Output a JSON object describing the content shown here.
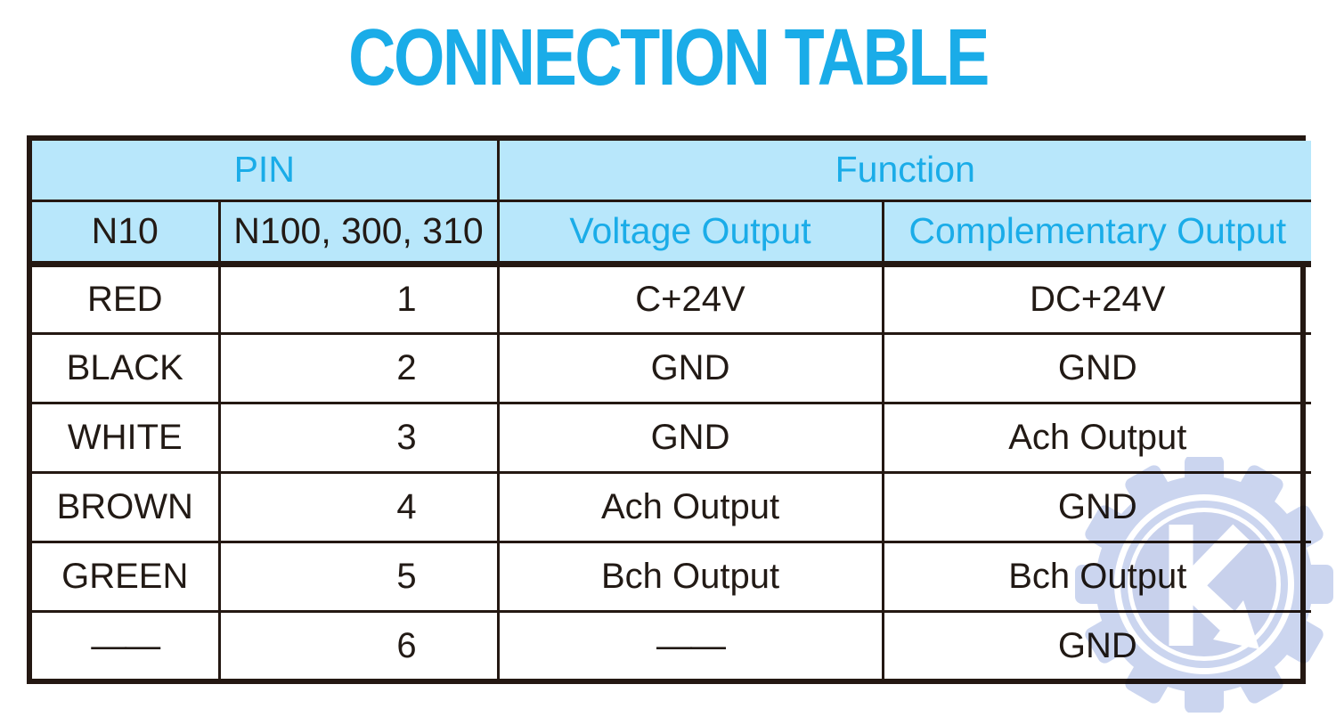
{
  "page": {
    "title": "CONNECTION TABLE"
  },
  "colors": {
    "accent_cyan": "#1aace8",
    "header_background": "#b8e7fb",
    "table_border": "#241812",
    "body_text": "#221a15",
    "watermark_blue": "#c7d2ee"
  },
  "table": {
    "group_headers": [
      {
        "label": "PIN",
        "span": 2
      },
      {
        "label": "Function",
        "span": 2
      }
    ],
    "columns": [
      {
        "label": "N10"
      },
      {
        "label": "N100, 300, 310"
      },
      {
        "label": "Voltage Output"
      },
      {
        "label": "Complementary Output"
      }
    ],
    "rows": [
      {
        "wire": "RED",
        "pin": "1",
        "voltage_output": "C+24V",
        "complementary_output": "DC+24V"
      },
      {
        "wire": "BLACK",
        "pin": "2",
        "voltage_output": "GND",
        "complementary_output": "GND"
      },
      {
        "wire": "WHITE",
        "pin": "3",
        "voltage_output": "GND",
        "complementary_output": "Ach Output"
      },
      {
        "wire": "BROWN",
        "pin": "4",
        "voltage_output": "Ach Output",
        "complementary_output": "GND"
      },
      {
        "wire": "GREEN",
        "pin": "5",
        "voltage_output": "Bch Output",
        "complementary_output": "Bch Output"
      },
      {
        "wire": "——",
        "pin": "6",
        "voltage_output": "——",
        "complementary_output": "GND"
      }
    ]
  },
  "watermark": {
    "icon": "gear-logo",
    "letter": "K"
  }
}
